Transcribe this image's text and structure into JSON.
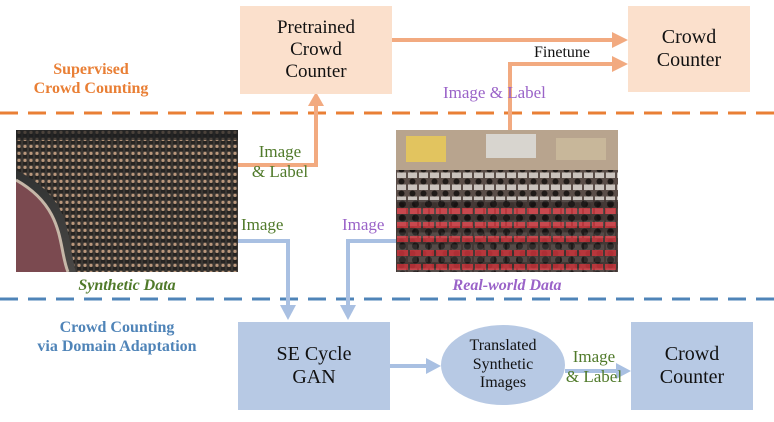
{
  "colors": {
    "supervised": "#e97f35",
    "domain_adaptation": "#4f84b8",
    "peach_box": "#fbe0cc",
    "blue_box": "#b7c9e4",
    "orange_arrow": "#f2aa80",
    "blue_arrow": "#a9c0e2",
    "green_text": "#507a2a",
    "purple_text": "#9a63c8"
  },
  "sections": {
    "supervised": "Supervised\nCrowd Counting",
    "domain_adaptation": "Crowd Counting\nvia Domain Adaptation"
  },
  "boxes": {
    "pretrained": "Pretrained\nCrowd\nCounter",
    "crowd_counter_top": "Crowd\nCounter",
    "se_cycle_gan": "SE Cycle\nGAN",
    "translated": "Translated\nSynthetic\nImages",
    "crowd_counter_bottom": "Crowd\nCounter"
  },
  "images": {
    "synthetic_caption": "Synthetic Data",
    "real_caption": "Real-world Data"
  },
  "edge_labels": {
    "synthetic_image_label": "Image\n& Label",
    "synthetic_image": "Image",
    "real_image": "Image",
    "real_image_label": "Image & Label",
    "finetune": "Finetune",
    "translated_image_label": "Image\n& Label"
  },
  "icons": [
    "arrow-head-icon",
    "crowd-photo-icon"
  ]
}
